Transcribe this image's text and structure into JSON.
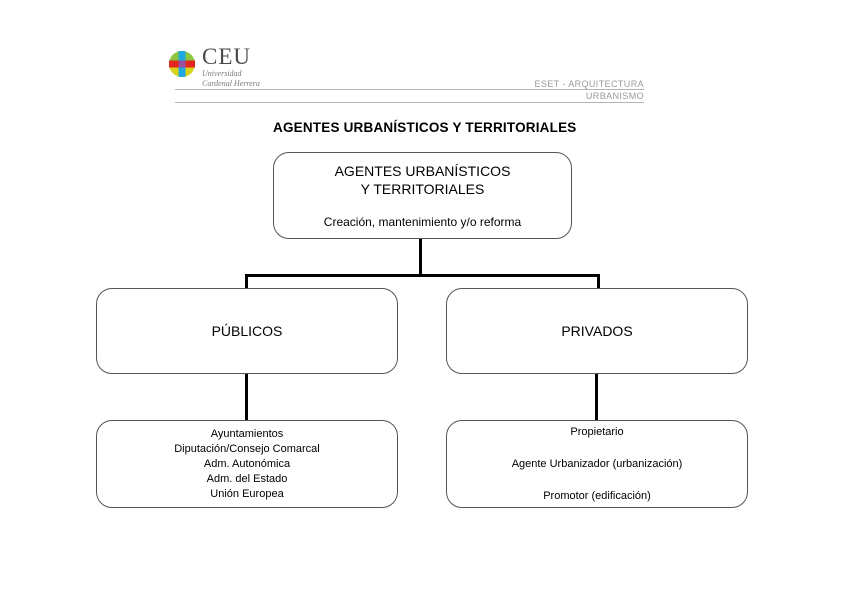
{
  "header": {
    "logo": {
      "icon": "ceu-circle-cross-logo",
      "wordmark": "CEU",
      "subtitle": "Universidad\nCardenal Herrera",
      "colors": {
        "circle": "#d9d21a",
        "bar_horizontal": "#e2281e",
        "bar_vertical": "#1fa9e0",
        "wordmark_text": "#4a4a4a",
        "subtitle_text": "#7a7a7a"
      }
    },
    "school": "ESET - ARQUITECTURA",
    "department": "URBANISMO",
    "rule_color": "#b5b5b5"
  },
  "title": "AGENTES URBANÍSTICOS Y TERRITORIALES",
  "chart_data": {
    "type": "diagram",
    "title": "AGENTES URBANÍSTICOS Y TERRITORIALES",
    "root": {
      "heading": "AGENTES URBANÍSTICOS\nY TERRITORIALES",
      "subheading": "Creación, mantenimiento y/o reforma"
    },
    "branches": [
      {
        "label": "PÚBLICOS",
        "items": [
          "Ayuntamientos",
          "Diputación/Consejo Comarcal",
          "Adm. Autonómica",
          "Adm. del Estado",
          "Unión Europea"
        ]
      },
      {
        "label": "PRIVADOS",
        "items": [
          "Propietario",
          "Agente Urbanizador (urbanización)",
          "Promotor (edificación)"
        ]
      }
    ],
    "style": {
      "node_border": "#555555",
      "node_fill": "#ffffff",
      "connector_color": "#000000",
      "corner_radius_px": 16
    }
  }
}
